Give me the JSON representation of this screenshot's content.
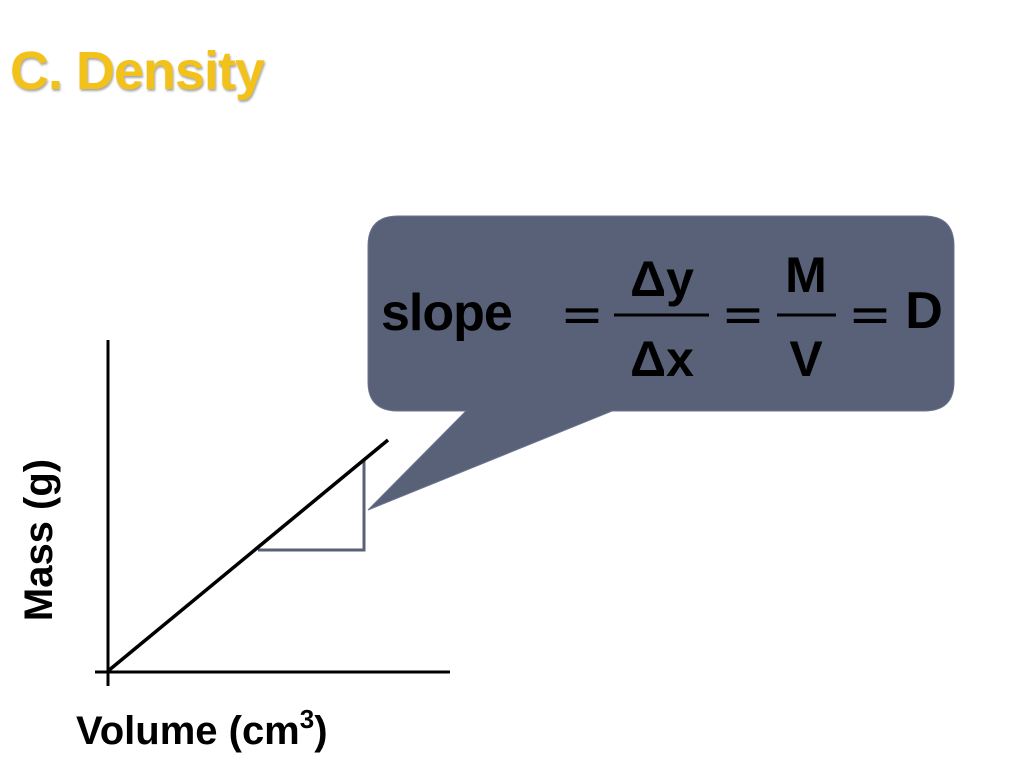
{
  "slide": {
    "title": "C. Density"
  },
  "callout": {
    "slope_word": "slope",
    "equals": "=",
    "dy": "Δy",
    "dx": "Δx",
    "mass": "M",
    "volume": "V",
    "density": "D",
    "fill_color": "#596178"
  },
  "graph": {
    "y_axis_label": "Mass (g)",
    "x_axis_label": "Volume (cm",
    "x_axis_superscript": "3",
    "x_axis_close": ")",
    "triangle_color": "#596178"
  },
  "colors": {
    "title": "#F2C21B",
    "line": "#000000"
  }
}
